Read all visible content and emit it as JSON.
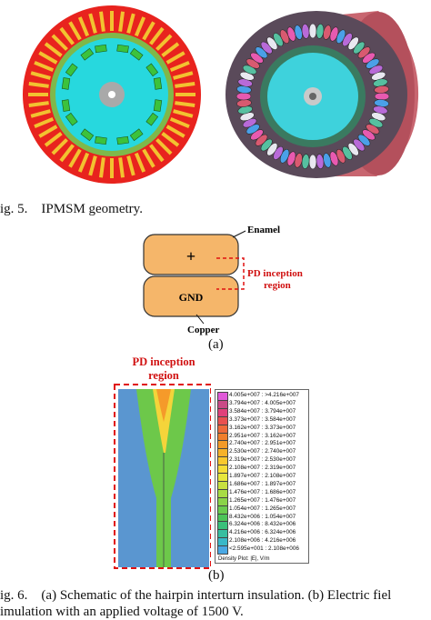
{
  "fig5": {
    "caption_label": "ig. 5.",
    "caption_text": "IPMSM geometry."
  },
  "fig6a": {
    "labels": {
      "enamel": "Enamel",
      "plus": "+",
      "gnd": "GND",
      "pd1": "PD inception",
      "pd2": "region",
      "copper": "Copper"
    },
    "sublabel": "(a)"
  },
  "fig6b": {
    "title1": "PD inception",
    "title2": "region",
    "sublabel": "(b)",
    "legend": {
      "entries": [
        {
          "text": "4.005e+007 : >4.216e+007",
          "color": "#e05ad8"
        },
        {
          "text": "3.794e+007 : 4.005e+007",
          "color": "#c94a86"
        },
        {
          "text": "3.584e+007 : 3.794e+007",
          "color": "#e0407a"
        },
        {
          "text": "3.373e+007 : 3.584e+007",
          "color": "#e85050"
        },
        {
          "text": "3.162e+007 : 3.373e+007",
          "color": "#ee6a3a"
        },
        {
          "text": "2.951e+007 : 3.162e+007",
          "color": "#f07e2c"
        },
        {
          "text": "2.740e+007 : 2.951e+007",
          "color": "#f39a28"
        },
        {
          "text": "2.530e+007 : 2.740e+007",
          "color": "#f6b22a"
        },
        {
          "text": "2.319e+007 : 2.530e+007",
          "color": "#f8c82e"
        },
        {
          "text": "2.108e+007 : 2.319e+007",
          "color": "#f4dc36"
        },
        {
          "text": "1.897e+007 : 2.108e+007",
          "color": "#e6e63c"
        },
        {
          "text": "1.686e+007 : 1.897e+007",
          "color": "#c8e040"
        },
        {
          "text": "1.476e+007 : 1.686e+007",
          "color": "#a8dc44"
        },
        {
          "text": "1.265e+007 : 1.476e+007",
          "color": "#8ad448"
        },
        {
          "text": "1.054e+007 : 1.265e+007",
          "color": "#6acc4e"
        },
        {
          "text": "8.432e+006 : 1.054e+007",
          "color": "#4cc458"
        },
        {
          "text": "6.324e+006 : 8.432e+006",
          "color": "#3ac07a"
        },
        {
          "text": "4.216e+006 : 6.324e+006",
          "color": "#38bea0"
        },
        {
          "text": "2.108e+006 : 4.216e+006",
          "color": "#3ab8c8"
        },
        {
          "text": "<2.595e+001 : 2.108e+006",
          "color": "#4aa8e4"
        }
      ],
      "footer": "Density Plot: |E|, V/m"
    }
  },
  "fig6": {
    "caption_label": "ig. 6.",
    "caption_line1": "(a) Schematic of the hairpin interturn insulation. (b) Electric fiel",
    "caption_line2": "imulation with an applied voltage of 1500 V."
  }
}
